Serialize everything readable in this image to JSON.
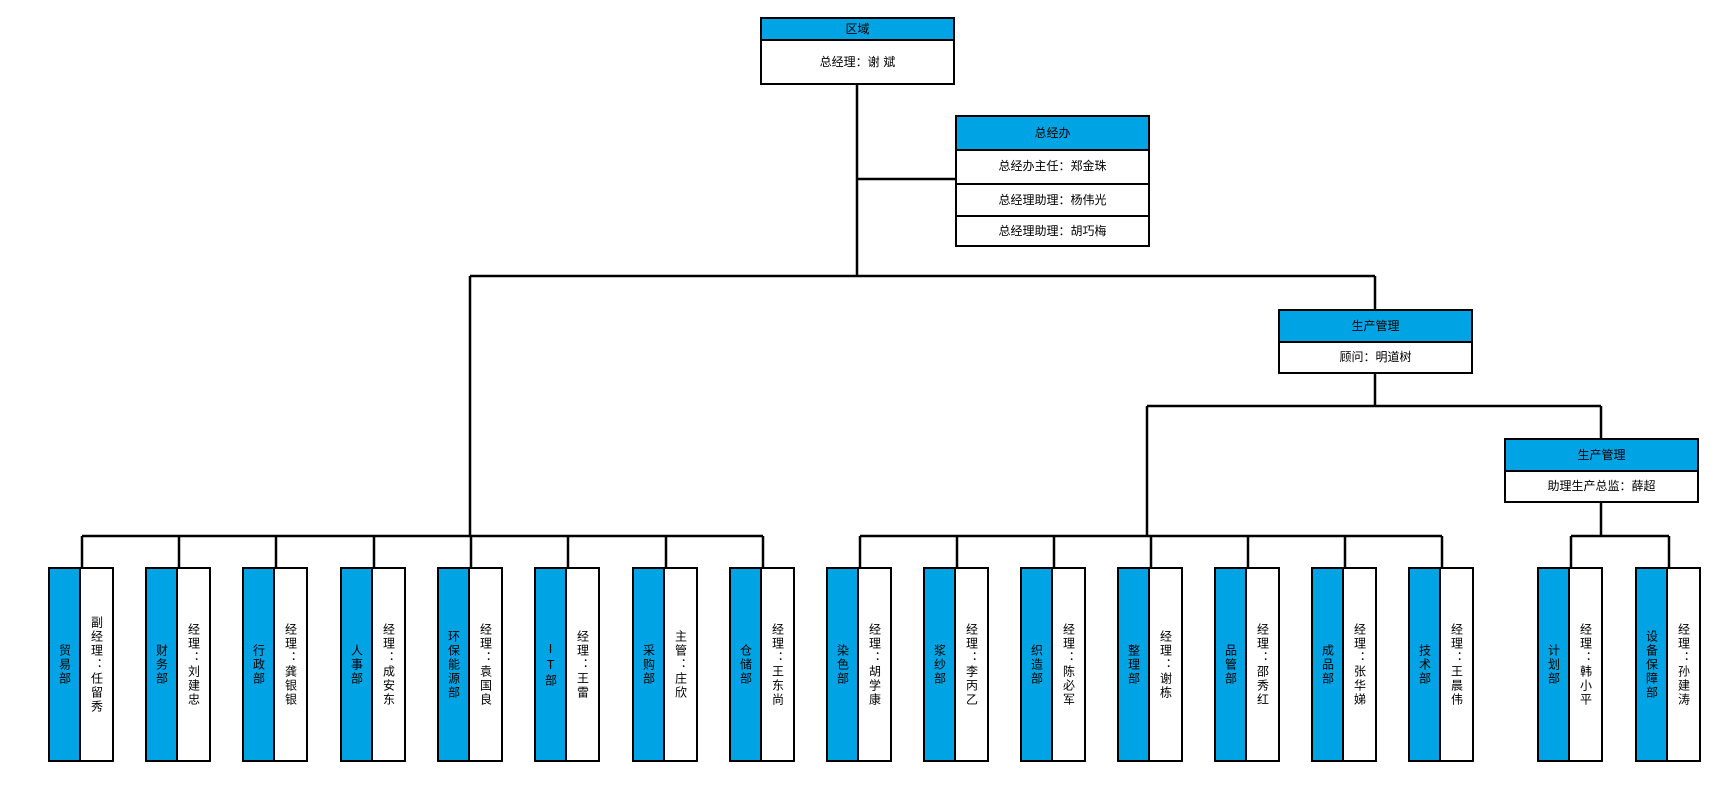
{
  "top": {
    "title": "区域",
    "rows": [
      "总经理：谢 斌"
    ]
  },
  "office": {
    "title": "总经办",
    "rows": [
      "总经办主任：郑金珠",
      "总经理助理：杨伟光",
      "总经理助理：胡巧梅"
    ]
  },
  "production_mgmt": {
    "title": "生产管理",
    "rows": [
      "顾问：明道树"
    ]
  },
  "production_mgmt2": {
    "title": "生产管理",
    "rows": [
      "助理生产总监：薛超"
    ]
  },
  "departments": [
    {
      "dept": "贸易部",
      "manager": "副经理：任留秀"
    },
    {
      "dept": "财务部",
      "manager": "经理：刘建忠"
    },
    {
      "dept": "行政部",
      "manager": "经理：龚银银"
    },
    {
      "dept": "人事部",
      "manager": "经理：成安东"
    },
    {
      "dept": "环保能源部",
      "manager": "经理：袁国良"
    },
    {
      "dept": "IT部",
      "manager": "经理：王雷"
    },
    {
      "dept": "采购部",
      "manager": "主管：庄欣"
    },
    {
      "dept": "仓储部",
      "manager": "经理：王东尚"
    },
    {
      "dept": "染色部",
      "manager": "经理：胡学康"
    },
    {
      "dept": "浆纱部",
      "manager": "经理：李丙乙"
    },
    {
      "dept": "织造部",
      "manager": "经理：陈必军"
    },
    {
      "dept": "整理部",
      "manager": "经理：谢栋"
    },
    {
      "dept": "品管部",
      "manager": "经理：邵秀红"
    },
    {
      "dept": "成品部",
      "manager": "经理：张华娣"
    },
    {
      "dept": "技术部",
      "manager": "经理：王晨伟"
    },
    {
      "dept": "计划部",
      "manager": "经理：韩小平"
    },
    {
      "dept": "设备保障部",
      "manager": "经理：孙建涛"
    }
  ],
  "colors": {
    "header": "#00a4e4",
    "line": "#000000"
  }
}
